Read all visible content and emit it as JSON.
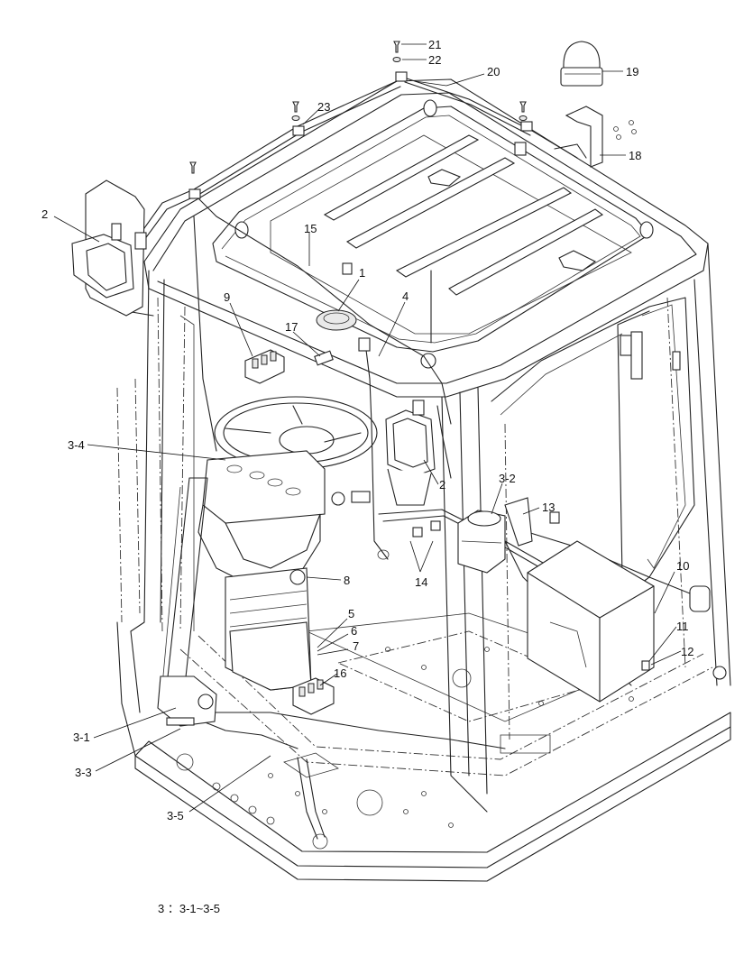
{
  "callouts": [
    {
      "id": "c1",
      "text": "1"
    },
    {
      "id": "c2a",
      "text": "2"
    },
    {
      "id": "c2b",
      "text": "2"
    },
    {
      "id": "c3-1",
      "text": "3-1"
    },
    {
      "id": "c3-2",
      "text": "3-2"
    },
    {
      "id": "c3-3",
      "text": "3-3"
    },
    {
      "id": "c3-4",
      "text": "3-4"
    },
    {
      "id": "c3-5",
      "text": "3-5"
    },
    {
      "id": "c4",
      "text": "4"
    },
    {
      "id": "c5",
      "text": "5"
    },
    {
      "id": "c6",
      "text": "6"
    },
    {
      "id": "c7",
      "text": "7"
    },
    {
      "id": "c8",
      "text": "8"
    },
    {
      "id": "c9",
      "text": "9"
    },
    {
      "id": "c10",
      "text": "10"
    },
    {
      "id": "c11",
      "text": "11"
    },
    {
      "id": "c12",
      "text": "12"
    },
    {
      "id": "c13",
      "text": "13"
    },
    {
      "id": "c14",
      "text": "14"
    },
    {
      "id": "c15",
      "text": "15"
    },
    {
      "id": "c16",
      "text": "16"
    },
    {
      "id": "c17",
      "text": "17"
    },
    {
      "id": "c18",
      "text": "18"
    },
    {
      "id": "c19",
      "text": "19"
    },
    {
      "id": "c20",
      "text": "20"
    },
    {
      "id": "c21",
      "text": "21"
    },
    {
      "id": "c22",
      "text": "22"
    },
    {
      "id": "c23",
      "text": "23"
    }
  ],
  "footnote": "3 ：3-1~3-5"
}
